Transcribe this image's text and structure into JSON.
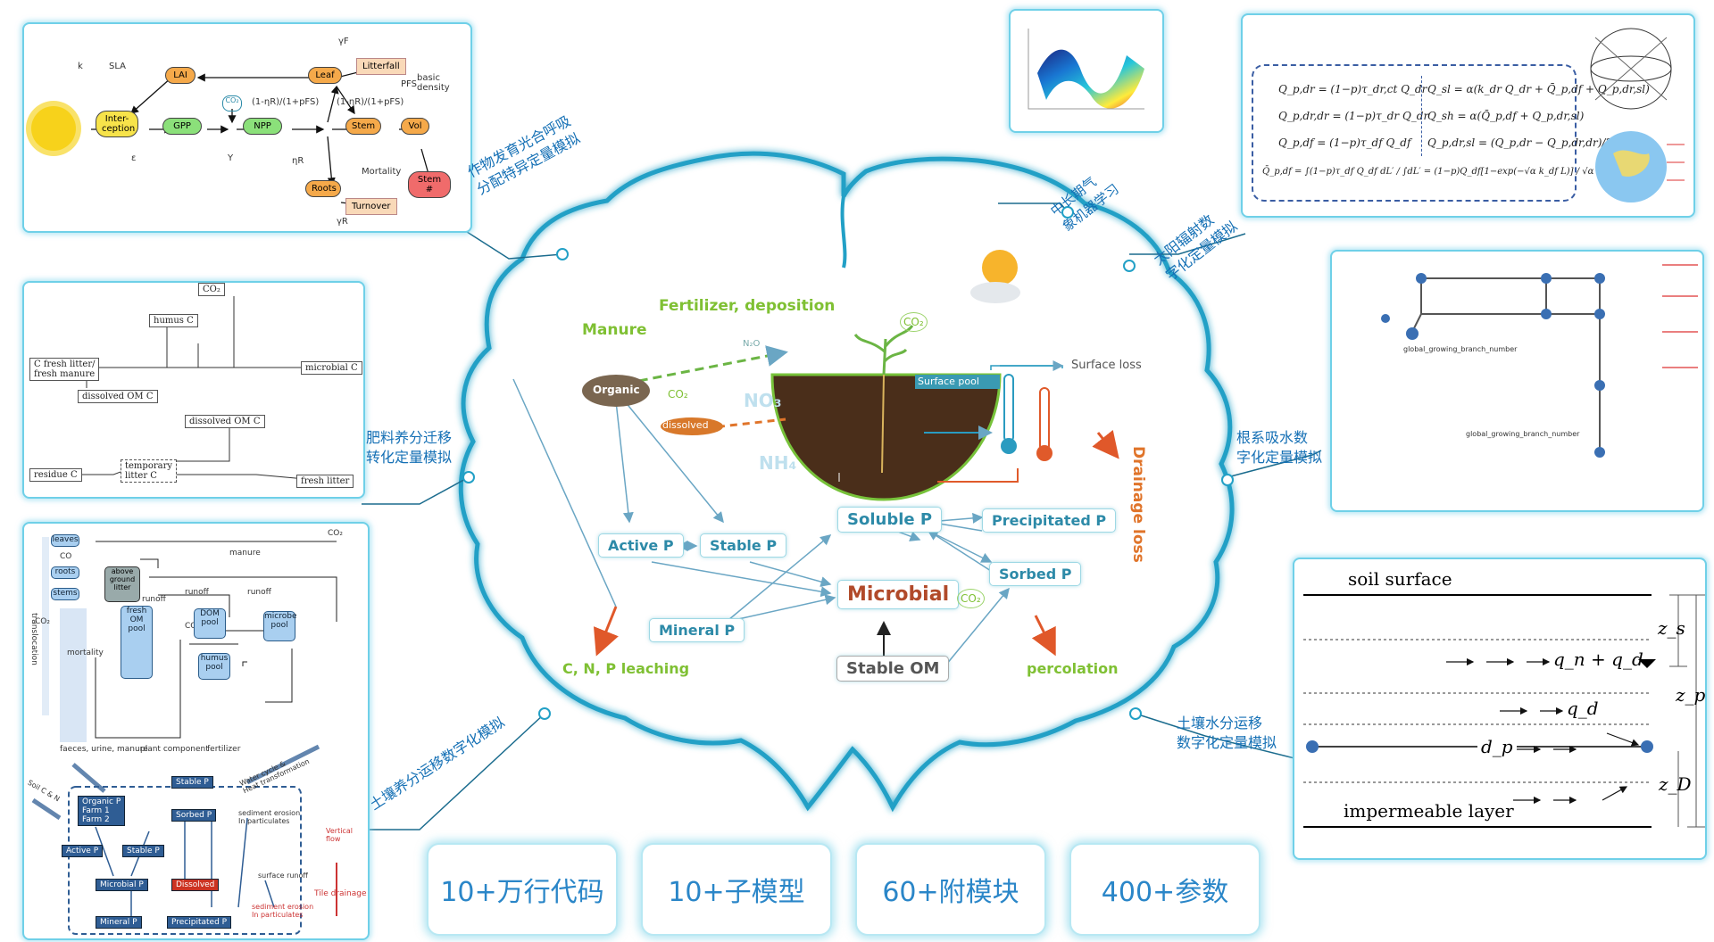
{
  "center": {
    "labels": {
      "fertilizer": "Fertilizer, deposition",
      "manure": "Manure",
      "co2_top": "CO₂",
      "surface_loss": "Surface loss",
      "surface_pool": "Surface pool",
      "organic": "Organic",
      "dissolved": "dissolved",
      "co2_mid": "CO₂",
      "no3": "NO₃",
      "nh4": "NH₄",
      "n2o": "N₂O",
      "drainage": "Drainage loss",
      "soluble_p": "Soluble P",
      "precip_p": "Precipitated P",
      "active_p": "Active P",
      "stable_p": "Stable P",
      "microbial": "Microbial",
      "sorbed_p": "Sorbed P",
      "co2_low": "CO₂",
      "mineral_p": "Mineral P",
      "stable_om": "Stable OM",
      "leaching": "C, N, P leaching",
      "percolation": "percolation"
    }
  },
  "captions": {
    "crop": "作物发育光合呼吸\n分配特异定量模拟",
    "fert": "肥料养分迁移\n转化定量模拟",
    "soil_nutrient": "土壤养分运移数字化模拟",
    "ml": "中长期气\n象机器学习",
    "solar": "太阳辐射数\n字化定量模拟",
    "root": "根系吸水数\n字化定量模拟",
    "water": "土壤水分运移\n数字化定量模拟"
  },
  "stats": [
    "10+万行代码",
    "10+子模型",
    "60+附模块",
    "400+参数"
  ],
  "crop_panel": {
    "k": "k",
    "sla": "SLA",
    "lai": "LAI",
    "inter": "Inter-\nception",
    "gpp": "GPP",
    "co2": "CO₂",
    "npp": "NPP",
    "leaf": "Leaf",
    "litterfall": "Litterfall",
    "stem": "Stem",
    "vol": "Vol",
    "roots": "Roots",
    "turnover": "Turnover",
    "stemn": "Stem #",
    "mortality": "Mortality",
    "eps": "ε",
    "y": "Y",
    "frac1": "(1-ηR)/(1+pFS)",
    "frac2": "(1-ηR)/(1+pFS)",
    "basic": "basic\ndensity",
    "pfs": "PFS",
    "gf": "γF",
    "gr": "γR",
    "nr": "ηR"
  },
  "fert_panel": {
    "co2": "CO₂",
    "humus": "humus C",
    "fresh": "C fresh litter/\nfresh manure",
    "dom": "dissolved OM C",
    "microbial": "microbial C",
    "dom2": "dissolved OM C",
    "residue": "residue C",
    "temp": "temporary\nlitter C",
    "fresh2": "fresh litter"
  },
  "nutrient_panel": {
    "leaves": "leaves",
    "co": "CO",
    "roots": "roots",
    "stems": "stems",
    "above": "above\nground\nlitter",
    "co2a": "CO₂",
    "co2b": "CO₂",
    "co2c": "CO₂",
    "manure": "manure",
    "runoff1": "runoff",
    "runoff2": "runoff",
    "runoff3": "runoff",
    "mortality": "mortality",
    "fresh_om": "fresh\nOM\npool",
    "dom": "DOM\npool",
    "humus": "humus\npool",
    "microbe": "microbe\npool",
    "translocation": "translocation",
    "faeces": "faeces, urine, manure",
    "plant": "plant component",
    "fertilizer": "fertilizer",
    "soil_c": "Soil C & N",
    "organic_p": "Organic P\nFarm 1\nFarm 2",
    "active_p": "Active P",
    "stable_p": "Stable P",
    "microbial_p": "Microbial P",
    "mineral_p": "Mineral P",
    "stable_p2": "Stable P",
    "sorbed_p": "Sorbed P",
    "dissolved": "Dissolved",
    "precipitated": "Precipitated P",
    "water_cycle": "Water cycle &\nHeat transformation",
    "sed1": "sediment erosion\nIn particulates",
    "surface": "surface runoff",
    "tile": "Tile drainage",
    "sed2": "sediment erosion\nIn particulates",
    "vertical": "Vertical\nflow"
  },
  "solar_panel": {
    "eq1": "Q_p,dr = (1−p)τ_dr,ct Q_dr",
    "eq2": "Q_p,dr,dr = (1−p)τ_dr Q_dr",
    "eq3": "Q_p,df = (1−p)τ_df Q_df",
    "eq4": "Q_sl = α(k_dr Q_dr + Q̄_p,df + Q_p,dr,sl)",
    "eq5": "Q_sh = α(Q̄_p,df + Q_p,dr,sl)",
    "eq6": "Q_p,dr,sl = (Q_p,dr − Q_p,dr,dr)/2",
    "eq7": "Q̄_p,df = ∫(1−p)τ_df Q_df dL′ / ∫dL′ = (1−p)Q_df[1−exp(−√α k_df L)] / √α k_df L"
  },
  "water_panel": {
    "surface": "soil surface",
    "imperm": "impermeable layer",
    "zs": "z_s",
    "zp": "z_p",
    "zd": "z_D",
    "qnqd": "q_n + q_d",
    "qd": "q_d",
    "dp": "d_p"
  },
  "root_panel": {
    "growing": "global_growing_branch_number",
    "global2": "global_growing_branch_number"
  }
}
